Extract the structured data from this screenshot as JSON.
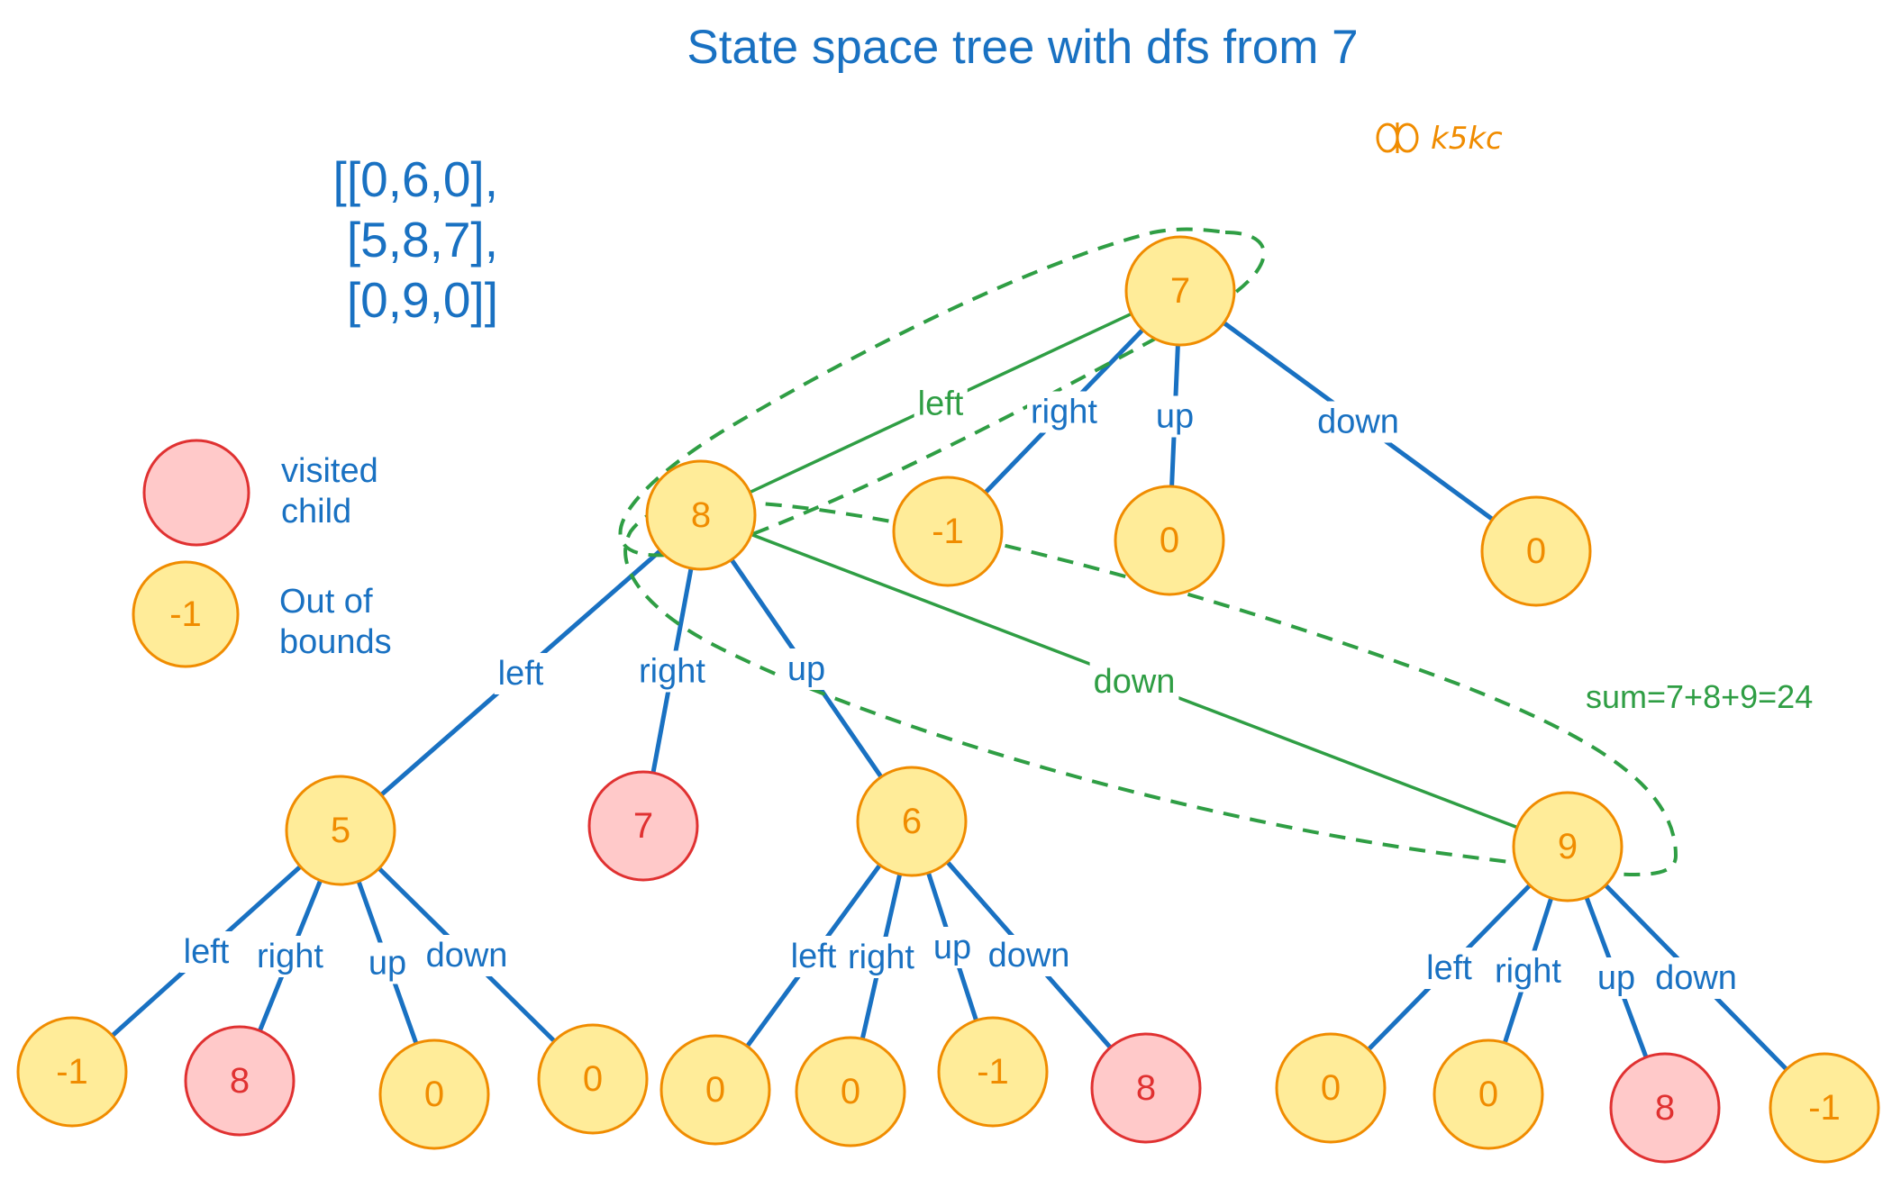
{
  "title": "State space tree with dfs from 7",
  "signature": "k5kc",
  "grid_lines": [
    "[[0,6,0],",
    "[5,8,7],",
    "[0,9,0]]"
  ],
  "legend": {
    "visited_line1": "visited",
    "visited_line2": "child",
    "oob_value": "-1",
    "oob_line1": "Out of",
    "oob_line2": "bounds"
  },
  "sum_text": "sum=7+8+9=24",
  "colors": {
    "blue": "#1971c2",
    "green": "#2f9e44",
    "orange": "#f08c00",
    "red": "#e03131",
    "yellow_fill": "#ffec99",
    "pink_fill": "#ffc9c9"
  },
  "nodes": {
    "root": {
      "value": "7",
      "type": "normal"
    },
    "n8": {
      "value": "8",
      "type": "normal"
    },
    "n_oob_top": {
      "value": "-1",
      "type": "normal"
    },
    "n0_up": {
      "value": "0",
      "type": "normal"
    },
    "n0_down": {
      "value": "0",
      "type": "normal"
    },
    "n5": {
      "value": "5",
      "type": "normal"
    },
    "n7_visited": {
      "value": "7",
      "type": "visited"
    },
    "n6": {
      "value": "6",
      "type": "normal"
    },
    "n9": {
      "value": "9",
      "type": "normal"
    },
    "l1": {
      "value": "-1",
      "type": "normal"
    },
    "l2": {
      "value": "8",
      "type": "visited"
    },
    "l3": {
      "value": "0",
      "type": "normal"
    },
    "l4": {
      "value": "0",
      "type": "normal"
    },
    "l5": {
      "value": "0",
      "type": "normal"
    },
    "l6": {
      "value": "0",
      "type": "normal"
    },
    "l7": {
      "value": "-1",
      "type": "normal"
    },
    "l8": {
      "value": "8",
      "type": "visited"
    },
    "l9": {
      "value": "0",
      "type": "normal"
    },
    "l10": {
      "value": "0",
      "type": "normal"
    },
    "l11": {
      "value": "8",
      "type": "visited"
    },
    "l12": {
      "value": "-1",
      "type": "normal"
    }
  },
  "edges": [
    {
      "from": "root",
      "to": "n8",
      "label": "left",
      "path": "dfs"
    },
    {
      "from": "root",
      "to": "n_oob_top",
      "label": "right",
      "path": "plain"
    },
    {
      "from": "root",
      "to": "n0_up",
      "label": "up",
      "path": "plain"
    },
    {
      "from": "root",
      "to": "n0_down",
      "label": "down",
      "path": "plain"
    },
    {
      "from": "n8",
      "to": "n5",
      "label": "left",
      "path": "plain"
    },
    {
      "from": "n8",
      "to": "n7_visited",
      "label": "right",
      "path": "plain"
    },
    {
      "from": "n8",
      "to": "n6",
      "label": "up",
      "path": "plain"
    },
    {
      "from": "n8",
      "to": "n9",
      "label": "down",
      "path": "dfs"
    },
    {
      "from": "n5",
      "to": "l1",
      "label": "left",
      "path": "plain"
    },
    {
      "from": "n5",
      "to": "l2",
      "label": "right",
      "path": "plain"
    },
    {
      "from": "n5",
      "to": "l3",
      "label": "up",
      "path": "plain"
    },
    {
      "from": "n5",
      "to": "l4",
      "label": "down",
      "path": "plain"
    },
    {
      "from": "n6",
      "to": "l5",
      "label": "left",
      "path": "plain"
    },
    {
      "from": "n6",
      "to": "l6",
      "label": "right",
      "path": "plain"
    },
    {
      "from": "n6",
      "to": "l7",
      "label": "up",
      "path": "plain"
    },
    {
      "from": "n6",
      "to": "l8",
      "label": "down",
      "path": "plain"
    },
    {
      "from": "n9",
      "to": "l9",
      "label": "left",
      "path": "plain"
    },
    {
      "from": "n9",
      "to": "l10",
      "label": "right",
      "path": "plain"
    },
    {
      "from": "n9",
      "to": "l11",
      "label": "up",
      "path": "plain"
    },
    {
      "from": "n9",
      "to": "l12",
      "label": "down",
      "path": "plain"
    }
  ]
}
